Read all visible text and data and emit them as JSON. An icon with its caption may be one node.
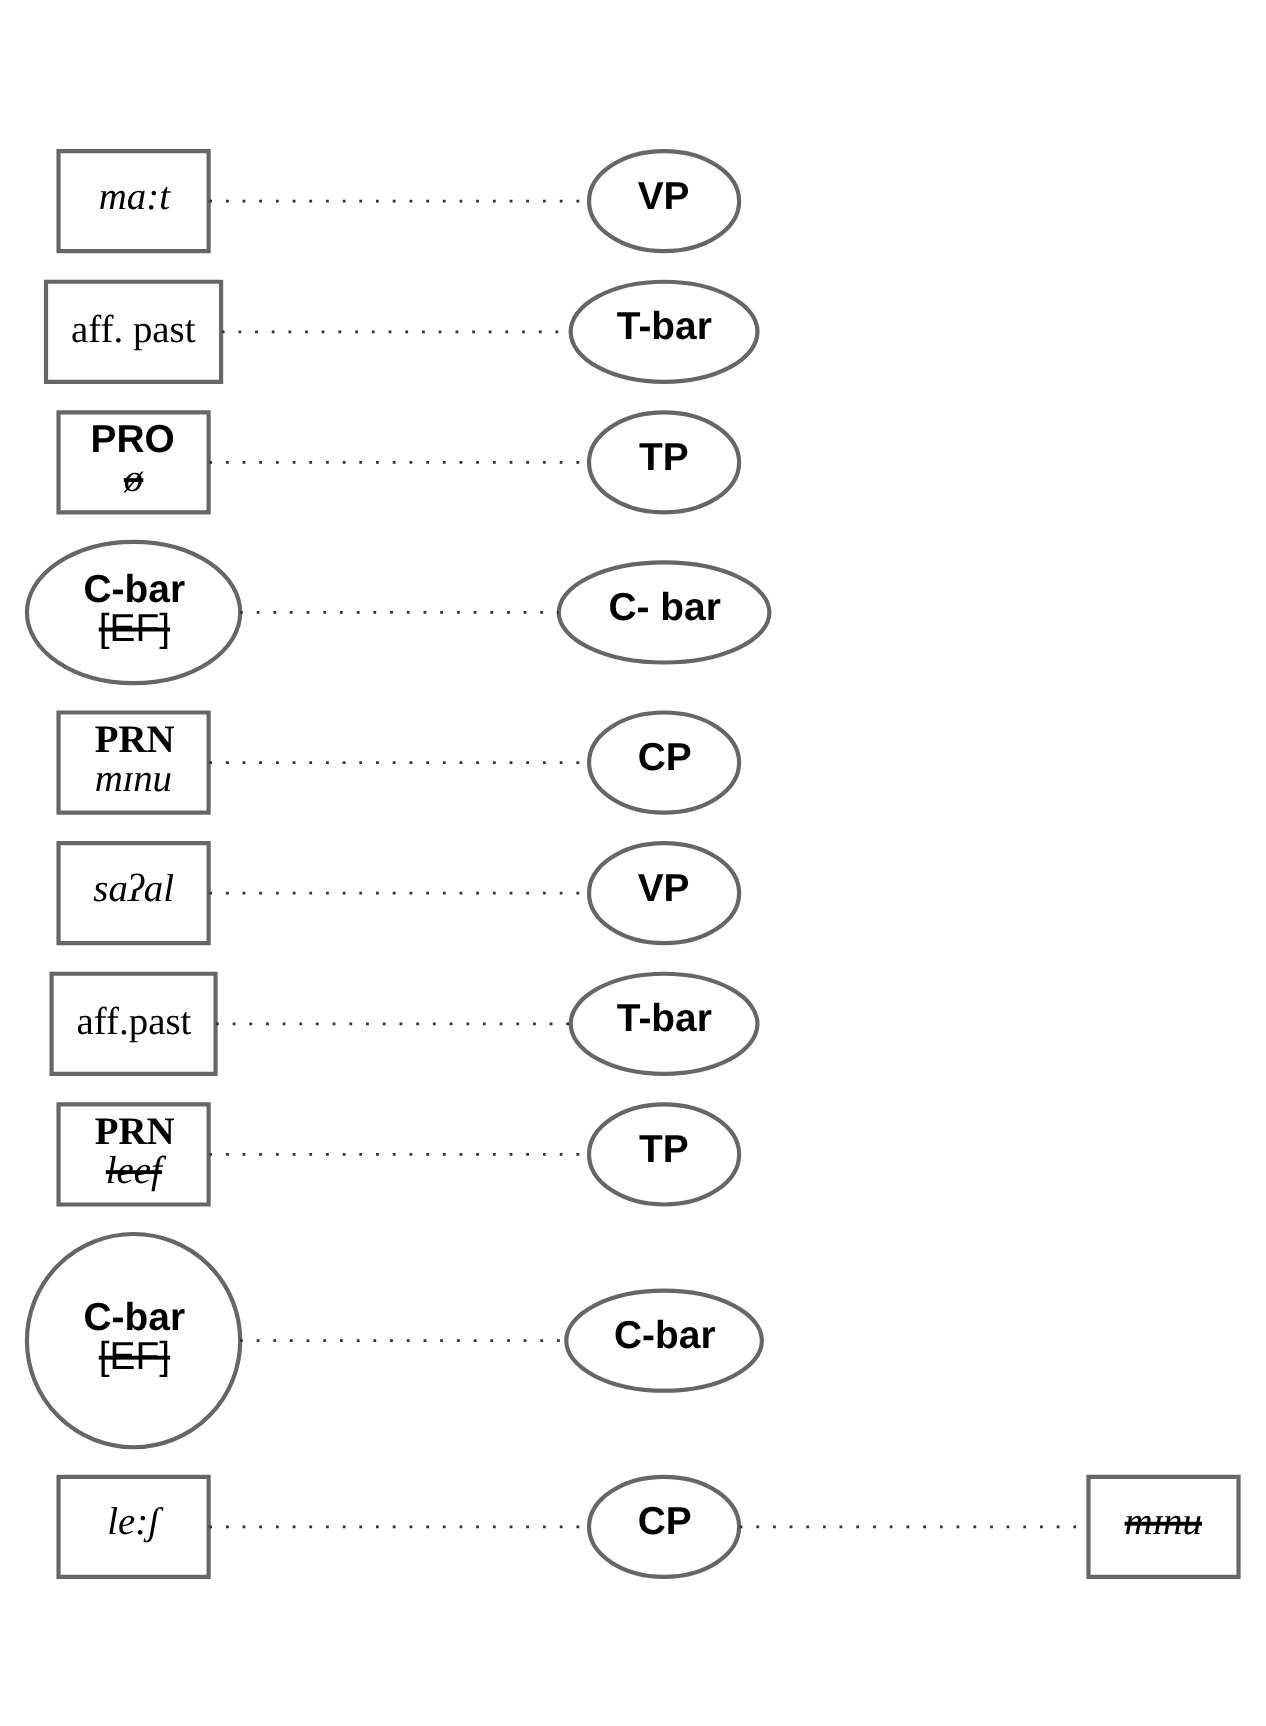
{
  "diagram": {
    "nodes": [
      {
        "text": [
          "CP"
        ]
      },
      {
        "text": [
          "le:ʃ"
        ]
      },
      {
        "text": [
          "C-bar"
        ]
      },
      {
        "text": [
          "C-bar",
          "[EF]"
        ]
      },
      {
        "text": [
          "TP"
        ]
      },
      {
        "text": [
          "PRN",
          "leef"
        ]
      },
      {
        "text": [
          "T-bar"
        ]
      },
      {
        "text": [
          "aff.past"
        ]
      },
      {
        "text": [
          "VP"
        ]
      },
      {
        "text": [
          "saʔal"
        ]
      },
      {
        "text": [
          "CP"
        ]
      },
      {
        "text": [
          "PRN",
          "mɪnu"
        ]
      },
      {
        "text": [
          "C- bar"
        ]
      },
      {
        "text": [
          "C-bar",
          "[EF]"
        ]
      },
      {
        "text": [
          "TP"
        ]
      },
      {
        "text": [
          "PRO",
          "ø"
        ]
      },
      {
        "text": [
          "T-bar"
        ]
      },
      {
        "text": [
          "aff. past"
        ]
      },
      {
        "text": [
          "VP"
        ]
      },
      {
        "text": [
          "ma:t"
        ]
      },
      {
        "text": [
          "mɪnu"
        ]
      }
    ],
    "edges": [
      {
        "from": 1,
        "to": 0,
        "arrow": "none",
        "style": "dashed"
      },
      {
        "from": 3,
        "to": 2,
        "arrow": "none",
        "style": "dashed"
      },
      {
        "from": 5,
        "to": 4,
        "arrow": "none",
        "style": "dashed"
      },
      {
        "from": 7,
        "to": 6,
        "arrow": "none",
        "style": "dashed"
      },
      {
        "from": 9,
        "to": 8,
        "arrow": "none",
        "style": "dashed"
      },
      {
        "from": 11,
        "to": 10,
        "arrow": "none",
        "style": "dashed"
      },
      {
        "from": 13,
        "to": 12,
        "arrow": "none",
        "style": "dashed"
      },
      {
        "from": 15,
        "to": 14,
        "arrow": "none",
        "style": "dashed"
      },
      {
        "from": 17,
        "to": 16,
        "arrow": "none",
        "style": "dashed"
      },
      {
        "from": 19,
        "to": 18,
        "arrow": "none",
        "style": "dashed"
      },
      {
        "from": 0,
        "to": 20,
        "arrow": "none",
        "style": "dashed"
      }
    ]
  }
}
